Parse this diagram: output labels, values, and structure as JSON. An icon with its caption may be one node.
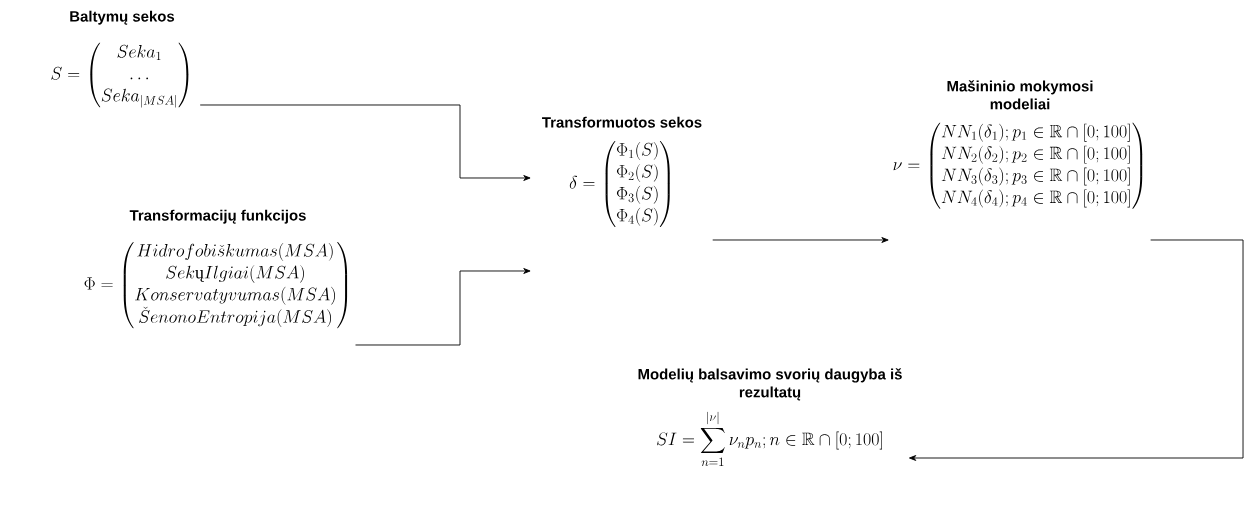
{
  "diagram": {
    "nodes": [
      {
        "text": [
          "Baltymų sekos",
          "S = \\begin{pmatrix} Seka_1 \\\\ \\dots \\\\ Seka_{|MSA|} \\end{pmatrix}"
        ]
      },
      {
        "text": [
          "Transformacijų funkcijos",
          "\\Phi = \\begin{pmatrix} Hidrofobi\\check{s}kumas(MSA) \\\\ Sek\\text{\\serifit ų}Ilgiai(MSA) \\\\ Konservatyvumas(MSA) \\\\ \\check{S}enonoEntropija(MSA) \\end{pmatrix}"
        ]
      },
      {
        "text": [
          "Transformuotos sekos",
          "\\delta = \\begin{pmatrix} \\Phi_1(S) \\\\ \\Phi_2(S) \\\\ \\Phi_3(S) \\\\ \\Phi_4(S) \\end{pmatrix}"
        ]
      },
      {
        "text": [
          "Mašininio mokymosi modeliai",
          "\\nu = \\begin{pmatrix} NN_1(\\delta_1); p_1 \\in \\mathbb{R} \\cap [0; 100] \\\\ NN_2(\\delta_2); p_2 \\in \\mathbb{R} \\cap [0; 100] \\\\ NN_3(\\delta_3); p_3 \\in \\mathbb{R} \\cap [0; 100] \\\\ NN_4(\\delta_4); p_4 \\in \\mathbb{R} \\cap [0; 100] \\end{pmatrix}"
        ]
      },
      {
        "text": [
          "Modelių balsavimo svorių daugyba iš rezultatų",
          "SI = \\sum_{n=1}^{|\\nu|} \\nu_n p_n; n \\in \\mathbb{R} \\cap [0; 100]"
        ]
      }
    ],
    "edges": [
      {
        "from": 0,
        "to": 2,
        "arrow": "to"
      },
      {
        "from": 1,
        "to": 2,
        "arrow": "to"
      },
      {
        "from": 2,
        "to": 3,
        "arrow": "to"
      },
      {
        "from": 3,
        "to": 4,
        "arrow": "to"
      }
    ]
  }
}
